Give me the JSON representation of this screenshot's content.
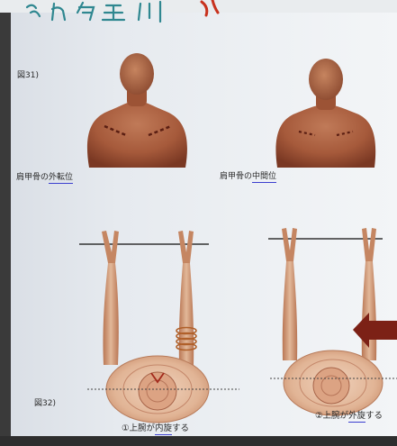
{
  "figure31": {
    "label": "図31)",
    "left_caption": {
      "prefix": "肩甲骨の",
      "underlined": "外転位"
    },
    "right_caption": {
      "prefix": "肩甲骨の",
      "underlined": "中間位"
    }
  },
  "figure32": {
    "label": "図32)",
    "left_caption": {
      "prefix": "①上腕が",
      "underlined": "内旋",
      "suffix": "する"
    },
    "right_caption": {
      "prefix": "②上腕が",
      "underlined": "外旋",
      "suffix": "する"
    }
  },
  "colors": {
    "underline": "#3b3fcf",
    "skin_dark": "#8e452b",
    "skin_light": "#dcae8e",
    "arrow": "#7c2116",
    "ink": "#2f8790"
  },
  "icons": [
    "arm-rings-icon",
    "direction-arrow-icon"
  ]
}
